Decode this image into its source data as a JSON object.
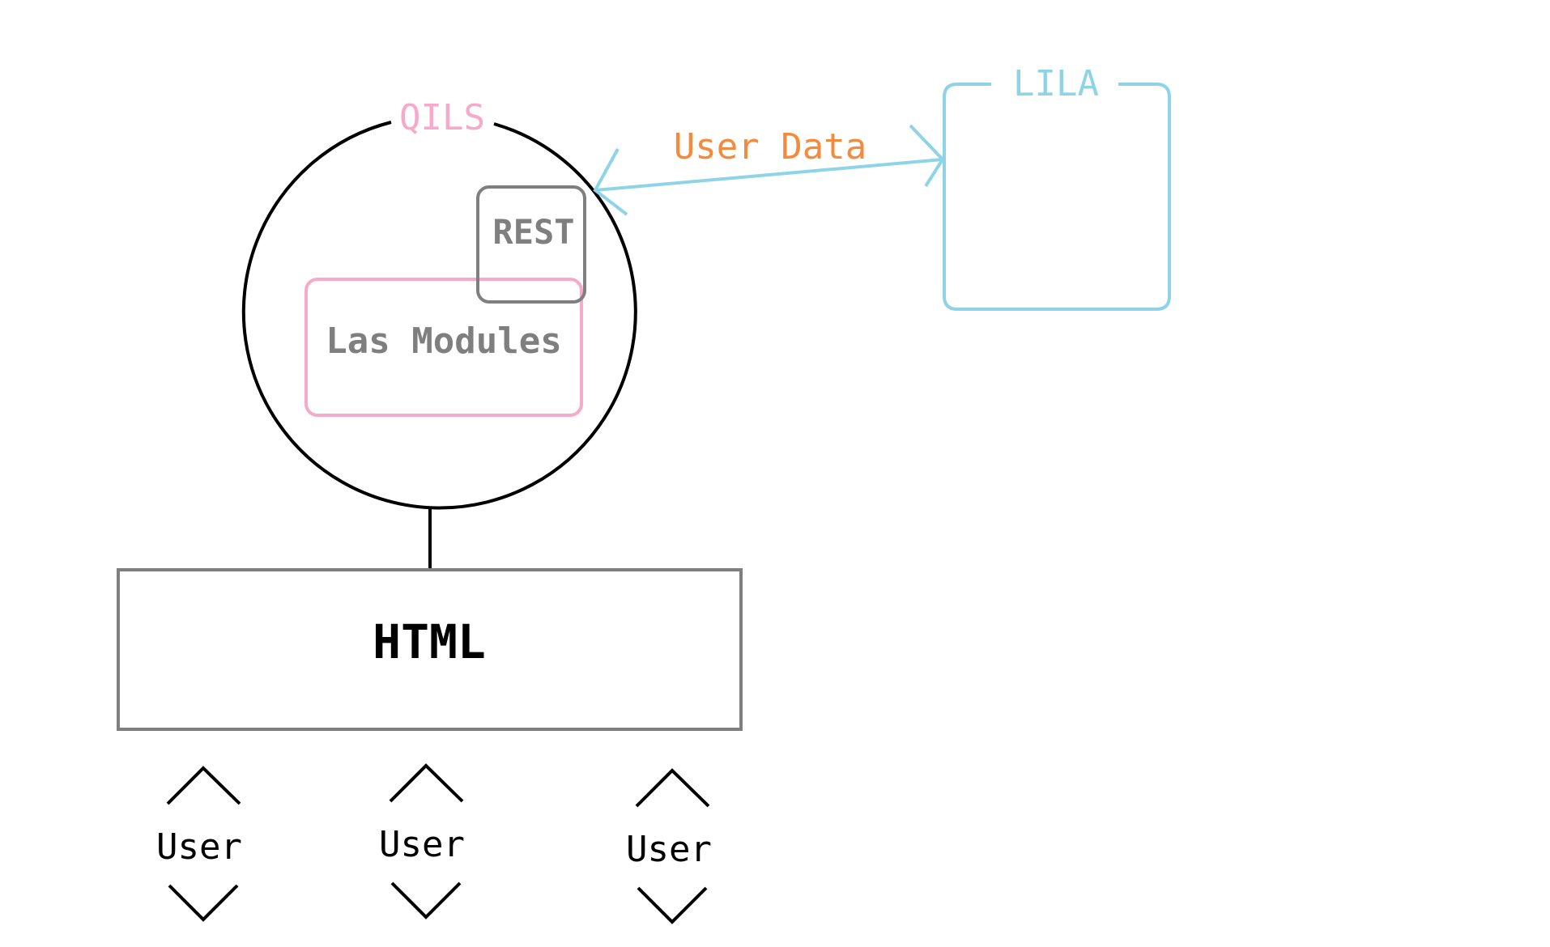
{
  "labels": {
    "qils": "QILS",
    "rest": "REST",
    "las_modules": "Las Modules",
    "html": "HTML",
    "lila": "LILA",
    "user_data": "User Data",
    "users": [
      "User",
      "User",
      "User"
    ]
  },
  "colors": {
    "black": "#000000",
    "gray": "#7f7f7f",
    "pink": "#f7a9c9",
    "cyan": "#8fd3e6",
    "orange": "#f58a3c"
  }
}
